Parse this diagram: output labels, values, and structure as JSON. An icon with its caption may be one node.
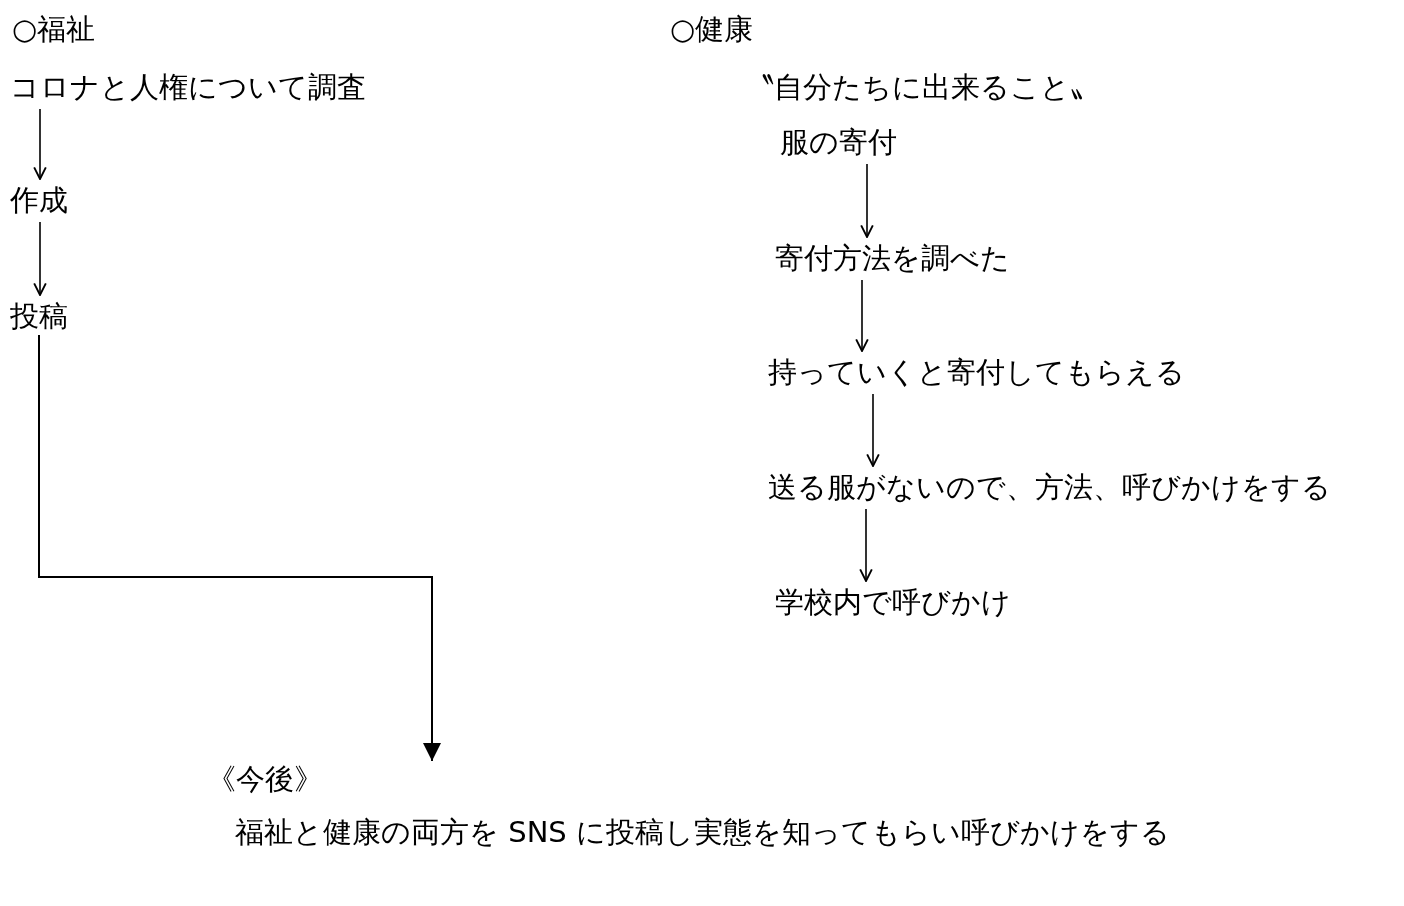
{
  "diagram": {
    "nodes": [
      {
        "text": [
          "コロナと人権について調査"
        ]
      },
      {
        "text": [
          "作成"
        ]
      },
      {
        "text": [
          "投稿"
        ]
      },
      {
        "text": [
          "服の寄付"
        ]
      },
      {
        "text": [
          "寄付方法を調べた"
        ]
      },
      {
        "text": [
          "持っていくと寄付してもらえる"
        ]
      },
      {
        "text": [
          "送る服がないので、方法、呼びかけをする"
        ]
      },
      {
        "text": [
          "学校内で呼びかけ"
        ]
      },
      {
        "text": [
          "《今後》",
          "福祉と健康の両方を SNS に投稿し実態を知ってもらい呼びかけをする"
        ]
      }
    ],
    "edges": [
      {
        "from": 0,
        "to": 1,
        "arrow": "to"
      },
      {
        "from": 1,
        "to": 2,
        "arrow": "to"
      },
      {
        "from": 2,
        "to": 8,
        "arrow": "to"
      },
      {
        "from": 3,
        "to": 4,
        "arrow": "to"
      },
      {
        "from": 4,
        "to": 5,
        "arrow": "to"
      },
      {
        "from": 5,
        "to": 6,
        "arrow": "to"
      },
      {
        "from": 6,
        "to": 7,
        "arrow": "to"
      }
    ],
    "labels": [
      "○福祉",
      "○健康",
      "〝自分たちに出来ること〟"
    ]
  }
}
